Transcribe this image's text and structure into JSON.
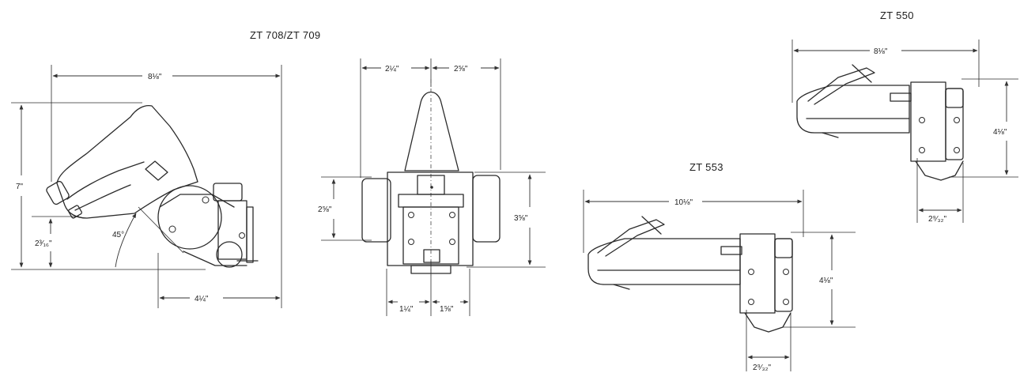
{
  "zt708": {
    "title": "ZT 708/ZT 709",
    "width": "8⅛\"",
    "height": "7\"",
    "low_height": "2³⁄₁₆\"",
    "angle": "45°",
    "base_length": "4¼\""
  },
  "front": {
    "top_left": "2¼\"",
    "top_right": "2⅝\"",
    "left_height": "2⅝\"",
    "right_height": "3⅝\"",
    "bottom_left": "1¼\"",
    "bottom_right": "1⅝\""
  },
  "zt550": {
    "title": "ZT 550",
    "width": "8⅛\"",
    "height": "4⅛\"",
    "depth": "2⁹⁄₃₂\""
  },
  "zt553": {
    "title": "ZT 553",
    "width": "10⅛\"",
    "height": "4⅛\"",
    "depth": "2⁹⁄₃₂\""
  }
}
